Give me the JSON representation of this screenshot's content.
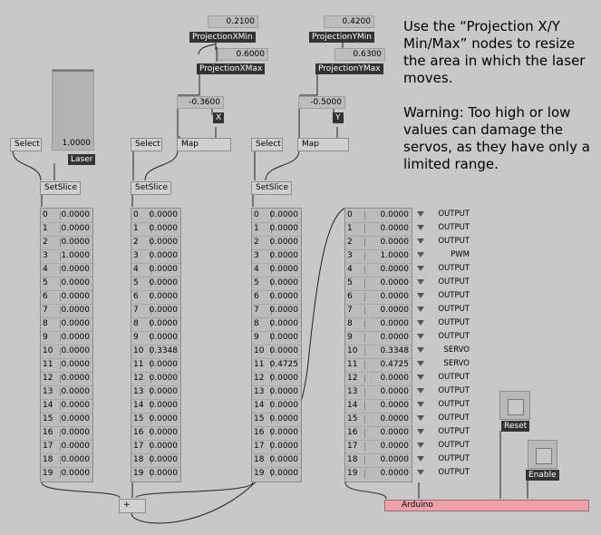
{
  "help_text": "Use the “Projection X/Y Min/Max” nodes to resize the area in which the laser moves.\n\nWarning: Too high or low values can damage the servos, as they have only a limited range.",
  "laser": {
    "value": "1.0000",
    "label": "Laser"
  },
  "projection": {
    "xmin": {
      "value": "0.2100",
      "label": "ProjectionXMin"
    },
    "xmax": {
      "value": "0.6000",
      "label": "ProjectionXMax"
    },
    "ymin": {
      "value": "0.4200",
      "label": "ProjectionYMin"
    },
    "ymax": {
      "value": "0.6300",
      "label": "ProjectionYMax"
    },
    "x": {
      "value": "-0.3600",
      "label": "X"
    },
    "y": {
      "value": "-0.5000",
      "label": "Y"
    }
  },
  "nodes": {
    "select": "Select",
    "map": "Map",
    "setslice": "SetSlice",
    "plus": "+",
    "arduino": "Arduino",
    "reset": "Reset",
    "enable": "Enable"
  },
  "spreads": [
    {
      "values": [
        "0.0000",
        "0.0000",
        "0.0000",
        "1.0000",
        "0.0000",
        "0.0000",
        "0.0000",
        "0.0000",
        "0.0000",
        "0.0000",
        "0.0000",
        "0.0000",
        "0.0000",
        "0.0000",
        "0.0000",
        "0.0000",
        "0.0000",
        "0.0000",
        "0.0000",
        "0.0000"
      ]
    },
    {
      "values": [
        "0.0000",
        "0.0000",
        "0.0000",
        "0.0000",
        "0.0000",
        "0.0000",
        "0.0000",
        "0.0000",
        "0.0000",
        "0.0000",
        "0.3348",
        "0.0000",
        "0.0000",
        "0.0000",
        "0.0000",
        "0.0000",
        "0.0000",
        "0.0000",
        "0.0000",
        "0.0000"
      ]
    },
    {
      "values": [
        "0.0000",
        "0.0000",
        "0.0000",
        "0.0000",
        "0.0000",
        "0.0000",
        "0.0000",
        "0.0000",
        "0.0000",
        "0.0000",
        "0.0000",
        "0.4725",
        "0.0000",
        "0.0000",
        "0.0000",
        "0.0000",
        "0.0000",
        "0.0000",
        "0.0000",
        "0.0000"
      ]
    },
    {
      "values": [
        "0.0000",
        "0.0000",
        "0.0000",
        "1.0000",
        "0.0000",
        "0.0000",
        "0.0000",
        "0.0000",
        "0.0000",
        "0.0000",
        "0.3348",
        "0.4725",
        "0.0000",
        "0.0000",
        "0.0000",
        "0.0000",
        "0.0000",
        "0.0000",
        "0.0000",
        "0.0000"
      ]
    }
  ],
  "indices": [
    "0",
    "1",
    "2",
    "3",
    "4",
    "5",
    "6",
    "7",
    "8",
    "9",
    "10",
    "11",
    "12",
    "13",
    "14",
    "15",
    "16",
    "17",
    "18",
    "19"
  ],
  "pin_modes": [
    "OUTPUT",
    "OUTPUT",
    "OUTPUT",
    "PWM",
    "OUTPUT",
    "OUTPUT",
    "OUTPUT",
    "OUTPUT",
    "OUTPUT",
    "OUTPUT",
    "SERVO",
    "SERVO",
    "OUTPUT",
    "OUTPUT",
    "OUTPUT",
    "OUTPUT",
    "OUTPUT",
    "OUTPUT",
    "OUTPUT",
    "OUTPUT"
  ],
  "colors": {
    "background": "#c8c8c8",
    "arduino": "#f0a0a8",
    "label_dark": "#333333"
  }
}
